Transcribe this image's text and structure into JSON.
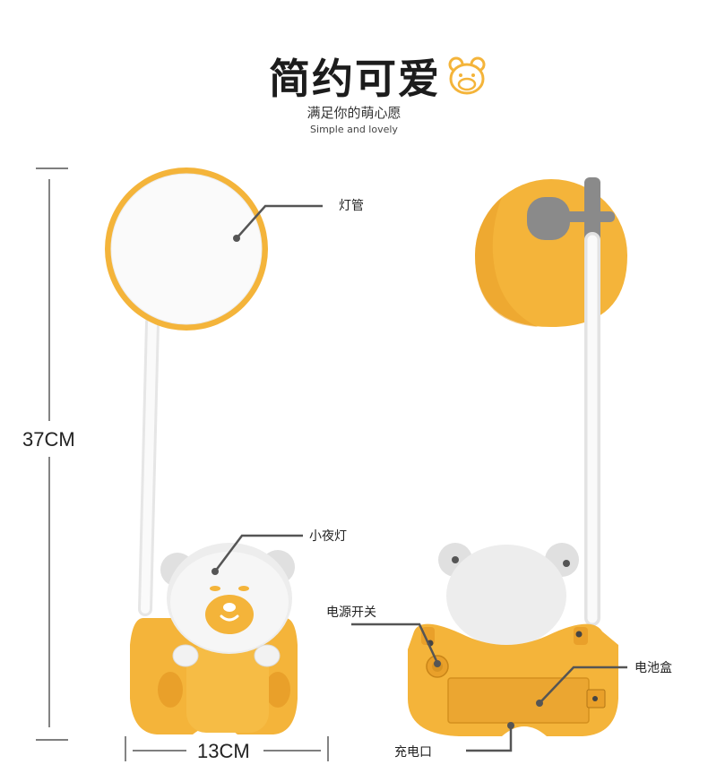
{
  "header": {
    "title": "简约可爱",
    "subtitle": "满足你的萌心愿",
    "subtitle_en": "Simple and lovely"
  },
  "labels": {
    "lamp_tube": "灯管",
    "night_light": "小夜灯",
    "power_switch": "电源开关",
    "battery_box": "电池盒",
    "charging_port": "充电口"
  },
  "dimensions": {
    "height": "37CM",
    "width": "13CM"
  },
  "colors": {
    "accent": "#F4B43A",
    "accent_dark": "#E9A02A",
    "pole": "#F2F2F2",
    "gray": "#8A8A8A",
    "leader": "#555555"
  },
  "icons": {
    "title_badge": "bear-face-icon"
  }
}
